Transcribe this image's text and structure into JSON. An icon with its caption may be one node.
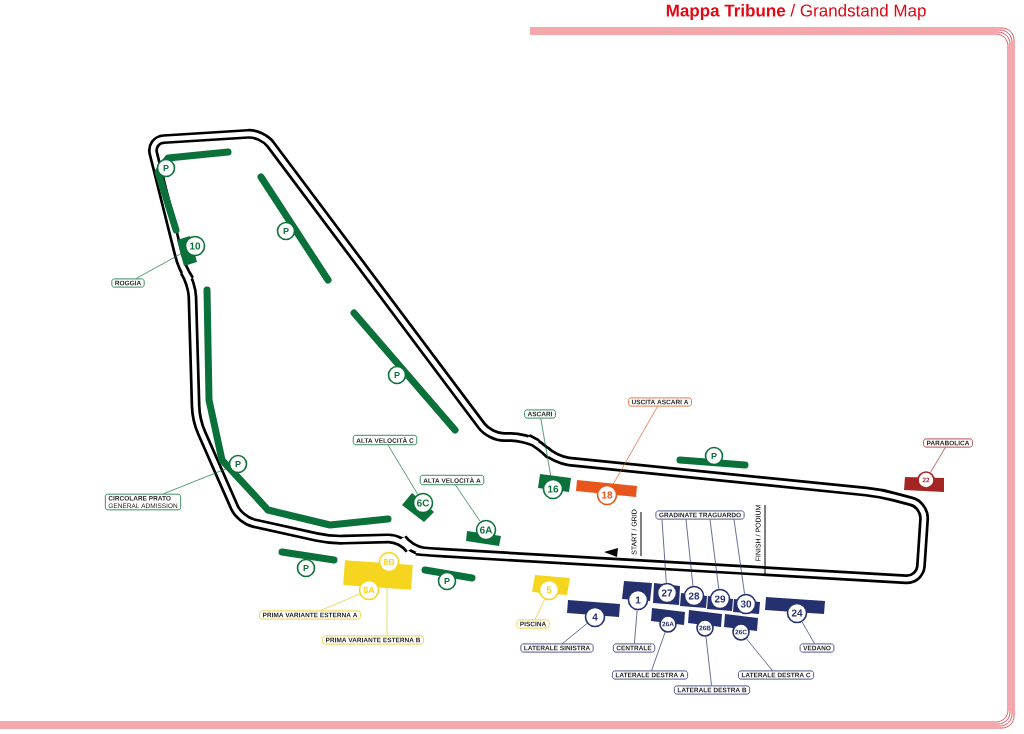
{
  "diagram": {
    "title": "**Mappa Tribune** / Grandstand Map",
    "nodes": [
      {
        "text": [
          "P"
        ]
      },
      {
        "text": [
          "10"
        ]
      },
      {
        "text": [
          "P"
        ]
      },
      {
        "text": [
          "ROGGIA"
        ]
      },
      {
        "text": [
          "P"
        ]
      },
      {
        "text": [
          "USCITA ASCARI A"
        ]
      },
      {
        "text": [
          "ASCARI"
        ]
      },
      {
        "text": [
          "ALTA VELOCITÀ C"
        ]
      },
      {
        "text": [
          "PARABOLICA"
        ]
      },
      {
        "text": [
          "P"
        ]
      },
      {
        "text": [
          "P"
        ]
      },
      {
        "text": [
          "22"
        ]
      },
      {
        "text": [
          "ALTA VELOCITÀ A"
        ]
      },
      {
        "text": [
          "16"
        ]
      },
      {
        "text": [
          "18"
        ]
      },
      {
        "text": [
          "CIRCOLARE PRATO",
          "GENERAL ADMISSION"
        ]
      },
      {
        "text": [
          "6C"
        ]
      },
      {
        "text": [
          "GRADINATE TRAGUARDO"
        ]
      },
      {
        "text": [
          "6A"
        ]
      },
      {
        "text": [],
        "shape": "box"
      },
      {
        "text": [
          "8B"
        ]
      },
      {
        "text": [
          "8A"
        ]
      },
      {
        "text": [
          "P"
        ]
      },
      {
        "text": [
          "P"
        ]
      },
      {
        "text": [
          "5"
        ]
      },
      {
        "text": [
          "27"
        ]
      },
      {
        "text": [
          "28"
        ]
      },
      {
        "text": [
          "29"
        ]
      },
      {
        "text": [
          "30"
        ]
      },
      {
        "text": [
          "1"
        ]
      },
      {
        "text": [
          "24"
        ]
      },
      {
        "text": [
          "4"
        ]
      },
      {
        "text": [
          "26A"
        ]
      },
      {
        "text": [
          "26B"
        ]
      },
      {
        "text": [
          "26C"
        ]
      },
      {
        "text": [
          "PRIMA VARIANTE ESTERNA A"
        ]
      },
      {
        "text": [
          "PISCINA"
        ]
      },
      {
        "text": [
          "PRIMA VARIANTE ESTERNA B"
        ]
      },
      {
        "text": [
          "LATERALE SINISTRA"
        ]
      },
      {
        "text": [
          "CENTRALE"
        ]
      },
      {
        "text": [
          "VEDANO"
        ]
      },
      {
        "text": [
          "LATERALE DESTRA A"
        ]
      },
      {
        "text": [
          "LATERALE DESTRA C"
        ]
      },
      {
        "text": [
          "LATERALE DESTRA B"
        ]
      }
    ],
    "edges": [
      {
        "from": 3,
        "to": 1,
        "arrow": "none",
        "color": "#0b713a"
      },
      {
        "from": 15,
        "to": 10,
        "arrow": "none",
        "color": "#0b713a"
      },
      {
        "from": 7,
        "to": 16,
        "arrow": "none",
        "color": "#0b713a"
      },
      {
        "from": 12,
        "to": 18,
        "arrow": "none",
        "color": "#0b713a"
      },
      {
        "from": 6,
        "to": 13,
        "arrow": "none",
        "color": "#0b713a"
      },
      {
        "from": 5,
        "to": 14,
        "arrow": "none",
        "color": "#e8561c"
      },
      {
        "from": 8,
        "to": 11,
        "arrow": "none",
        "color": "#a52424"
      },
      {
        "from": 17,
        "to": 25,
        "arrow": "none"
      },
      {
        "from": 17,
        "to": 26,
        "arrow": "none"
      },
      {
        "from": 17,
        "to": 27,
        "arrow": "none"
      },
      {
        "from": 17,
        "to": 28,
        "arrow": "none"
      },
      {
        "from": 35,
        "to": 21,
        "arrow": "none",
        "color": "#e8c81a"
      },
      {
        "from": 37,
        "to": 19,
        "arrow": "none",
        "color": "#e8c81a"
      },
      {
        "from": 36,
        "to": 24,
        "arrow": "none",
        "color": "#e8c81a"
      },
      {
        "from": 38,
        "to": 31,
        "arrow": "none"
      },
      {
        "from": 39,
        "to": 29,
        "arrow": "none"
      },
      {
        "from": 40,
        "to": 30,
        "arrow": "none"
      },
      {
        "from": 41,
        "to": 32,
        "arrow": "none"
      },
      {
        "from": 43,
        "to": 33,
        "arrow": "none"
      },
      {
        "from": 42,
        "to": 34,
        "arrow": "none"
      }
    ],
    "labels": [
      "START / GRID",
      "FINISH / PODIUM"
    ]
  }
}
